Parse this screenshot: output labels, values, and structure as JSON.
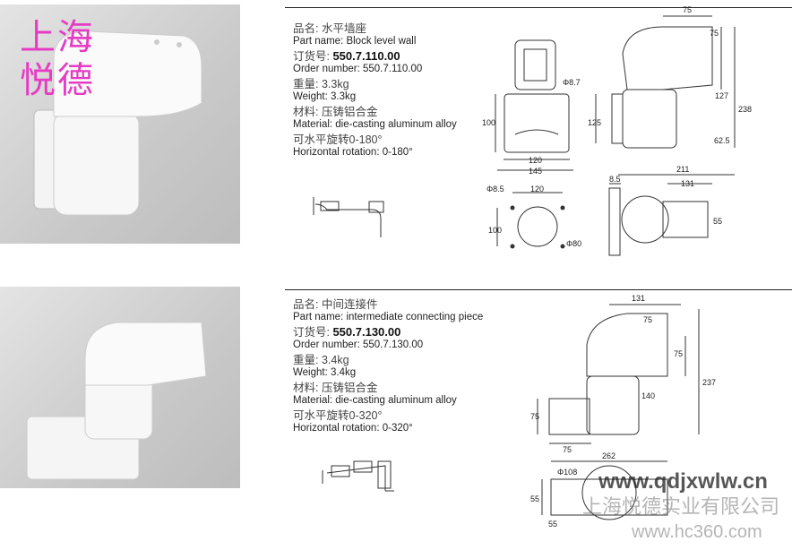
{
  "logo_text": [
    "上海",
    "悦德"
  ],
  "products": [
    {
      "name_cn": "品名:  水平墙座",
      "name_en": "Part name: Block level wall",
      "order_cn_label": "订货号: ",
      "order_no": "550.7.110.00",
      "order_en": "Order number: 550.7.110.00",
      "weight_cn": "重量: 3.3kg",
      "weight_en": "Weight: 3.3kg",
      "material_cn": "材料:  压铸铝合金",
      "material_en": "Material: die-casting aluminum alloy",
      "rotation_cn": "可水平旋转0-180°",
      "rotation_en": "Horizontal rotation: 0-180°",
      "dims": [
        "75",
        "75",
        "Φ8.7",
        "127",
        "238",
        "100",
        "125",
        "62.5",
        "120",
        "145",
        "211",
        "8.5",
        "131",
        "Φ8.5",
        "120",
        "100",
        "Φ80",
        "55"
      ]
    },
    {
      "name_cn": "品名:  中间连接件",
      "name_en": "Part name: intermediate connecting piece",
      "order_cn_label": "订货号: ",
      "order_no": "550.7.130.00",
      "order_en": "Order number: 550.7.130.00",
      "weight_cn": "重量: 3.4kg",
      "weight_en": "Weight: 3.4kg",
      "material_cn": "材料:  压铸铝合金",
      "material_en": "Material: die-casting aluminum alloy",
      "rotation_cn": "可水平旋转0-320°",
      "rotation_en": "Horizontal rotation: 0-320°",
      "dims": [
        "131",
        "75",
        "75",
        "140",
        "237",
        "75",
        "75",
        "262",
        "Φ108",
        "55",
        "55"
      ]
    }
  ],
  "watermarks": {
    "site1": "www.qdjxwlw.cn",
    "company": "上海悦德实业有限公司",
    "site2": "www.hc360.com"
  }
}
